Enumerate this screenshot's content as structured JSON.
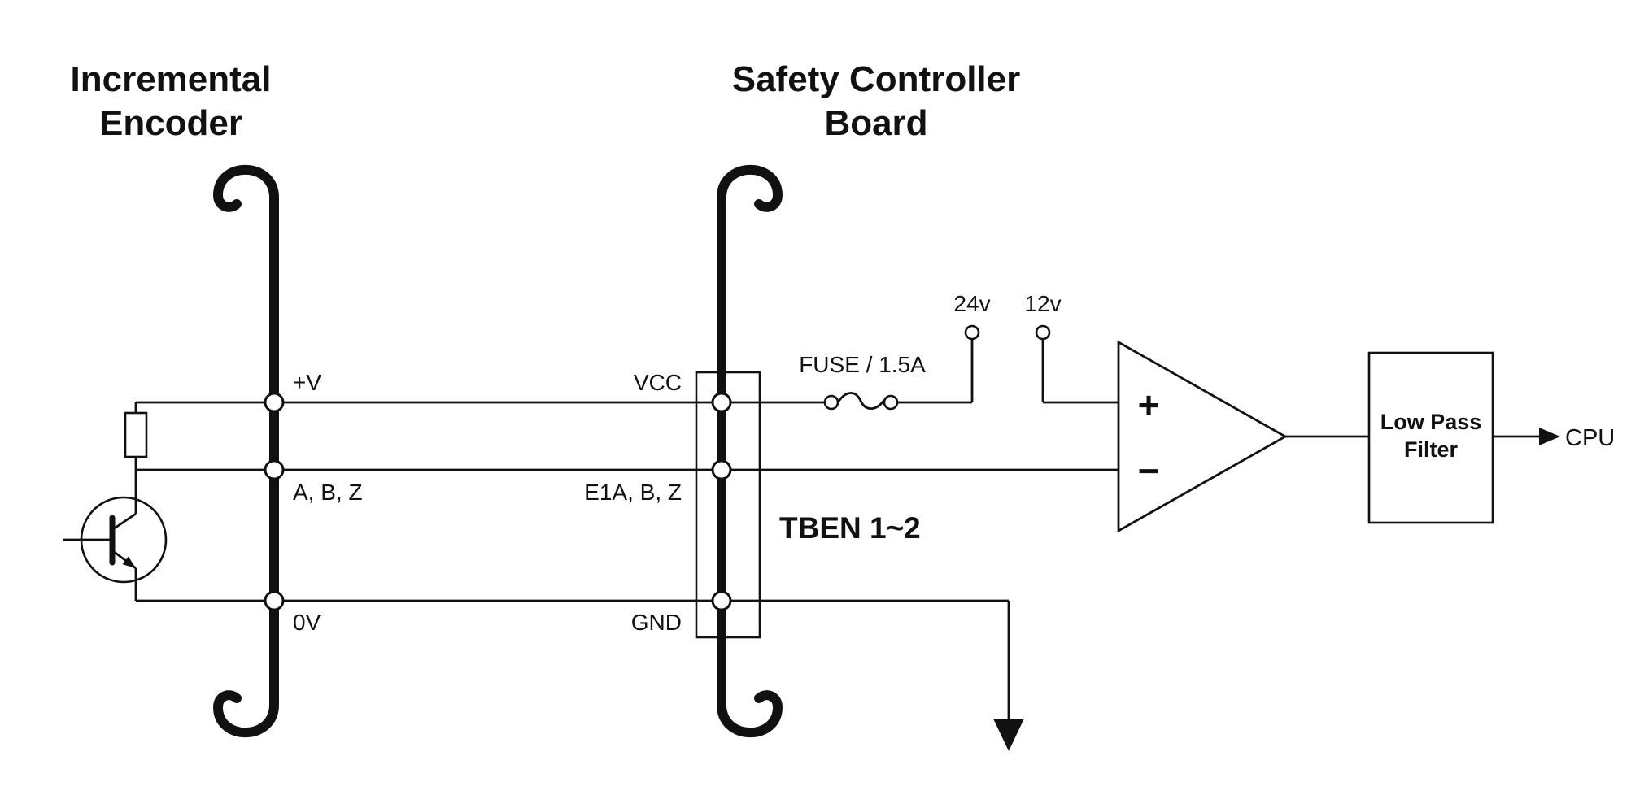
{
  "diagram": {
    "encoder": {
      "title_line1": "Incremental",
      "title_line2": "Encoder",
      "pin_v_plus": "+V",
      "pin_abz": "A, B, Z",
      "pin_0v": "0V"
    },
    "controller": {
      "title_line1": "Safety Controller",
      "title_line2": "Board",
      "pin_vcc": "VCC",
      "pin_e1abz": "E1A, B, Z",
      "pin_gnd": "GND",
      "terminal_block": "TBEN 1~2"
    },
    "power": {
      "fuse": "FUSE / 1.5A",
      "rail_24v": "24v",
      "rail_12v": "12v"
    },
    "comparator": {
      "plus": "+",
      "minus": "−"
    },
    "filter": {
      "line1": "Low Pass",
      "line2": "Filter"
    },
    "output": {
      "cpu": "CPU"
    },
    "colors": {
      "line": "#111111",
      "background": "#ffffff"
    }
  }
}
